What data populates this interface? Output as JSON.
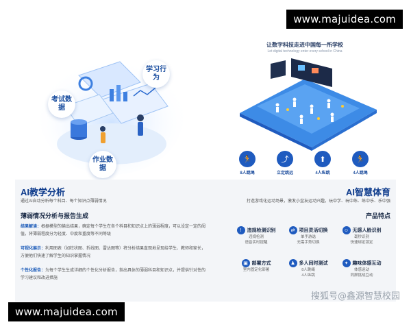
{
  "watermarks": {
    "top": "www.majuidea.com",
    "bottom": "www.majuidea.com",
    "source": "搜狐号@鑫源智慧校园"
  },
  "hero_right": {
    "slogan": "让数字科技走进中国每一所学校",
    "slogan_en": "Let digital technology enter every school in China"
  },
  "bubbles": {
    "learning": "学习行为",
    "exam": "考试数据",
    "homework": "作业数据"
  },
  "sports": [
    {
      "label": "8人跳绳",
      "icon": "jump-rope-icon"
    },
    {
      "label": "立定跳远",
      "icon": "long-jump-icon"
    },
    {
      "label": "4人纵跳",
      "icon": "vertical-jump-icon"
    },
    {
      "label": "4人跳绳",
      "icon": "jump-rope-icon"
    }
  ],
  "left": {
    "title": "AI教学分析",
    "subtitle": "通过AI自动分析每个科目、每个知识点薄弱情况",
    "section": "薄弱情况分析与报告生成",
    "items": [
      {
        "label": "结果解读：",
        "text": "根据模型的输出结果，确定每个学生在各个科目和知识点上的薄弱程度，可以设定一定的阈值，将薄弱程度分为轻度、中度和重度等不同等级"
      },
      {
        "label": "可视化展示：",
        "text": "利用图表（如柱状图、折线图、雷达图等）将分析结果直观地呈现给学生、教师和家长，方便他们快速了解学生的知识掌握情况"
      },
      {
        "label": "个性化报告：",
        "text": "为每个学生生成详细的个性化分析报告，指出具体的薄弱科目和知识点，并提供针对性的学习建议和改进措施"
      }
    ]
  },
  "right": {
    "title": "AI智慧体育",
    "subtitle": "打造游戏化运动场景，激发小盆友运动兴趣，玩中学、玩中练、练中乐、乐中强",
    "section": "产品特点",
    "features": [
      {
        "title": "违规检测识别",
        "desc": [
          "违规检测",
          "语音实时提醒"
        ],
        "icon": "warning-icon"
      },
      {
        "title": "项目灵活切换",
        "desc": [
          "单手游选",
          "无需手势切换"
        ],
        "icon": "switch-icon"
      },
      {
        "title": "无感人脸识别",
        "desc": [
          "毫秒识别",
          "快速绑定锁定"
        ],
        "icon": "face-icon"
      },
      {
        "title": "部署方式",
        "desc": [
          "室内固定化部署"
        ],
        "icon": "deploy-icon"
      },
      {
        "title": "多人同时测试",
        "desc": [
          "8人跳绳",
          "4人纵跳"
        ],
        "icon": "group-icon"
      },
      {
        "title": "趣味体感互动",
        "desc": [
          "体感运动",
          "同屏挑战互动"
        ],
        "icon": "motion-icon"
      }
    ]
  },
  "colors": {
    "brand": "#0e3b8c",
    "accent": "#1f5bbf",
    "panel": "#f3f5f8"
  }
}
